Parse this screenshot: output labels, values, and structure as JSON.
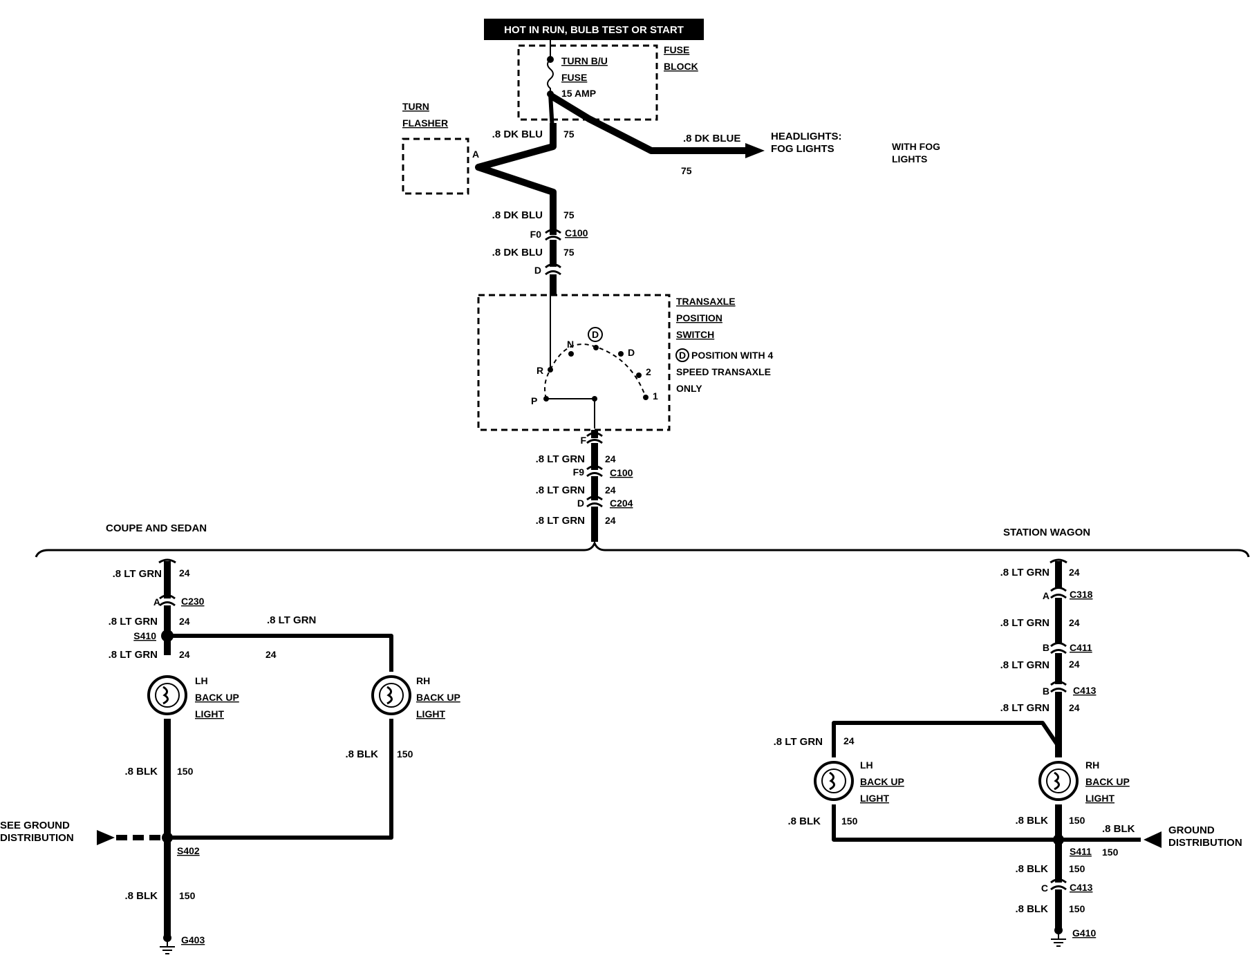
{
  "header": {
    "power_label": "HOT IN RUN, BULB TEST OR START"
  },
  "fuse_block": {
    "title_line1": "FUSE",
    "title_line2": "BLOCK",
    "fuse_name_line1": "TURN B/U",
    "fuse_name_line2": "FUSE",
    "fuse_rating": "15 AMP"
  },
  "turn_flasher": {
    "line1": "TURN",
    "line2": "FLASHER",
    "terminal": "A"
  },
  "headlight_branch": {
    "wire": ".8 DK BLUE",
    "circuit": "75",
    "dest_line1": "HEADLIGHTS:",
    "dest_line2": "FOG LIGHTS",
    "note_line1": "WITH FOG",
    "note_line2": "LIGHTS"
  },
  "upper_wires": {
    "w1": ".8 DK BLU",
    "w1_circuit": "75",
    "w2": ".8 DK BLU",
    "w2_circuit": "75",
    "c100_pin": "F0",
    "c100_name": "C100",
    "w3": ".8 DK BLU",
    "w3_circuit": "75",
    "switch_pin": "D"
  },
  "transaxle_switch": {
    "title_line1": "TRANSAXLE",
    "title_line2": "POSITION",
    "title_line3": "SWITCH",
    "circled_symbol": "D",
    "note_line1": "POSITION WITH 4",
    "note_line2": "SPEED TRANSAXLE",
    "note_line3": "ONLY",
    "positions": [
      "P",
      "R",
      "N",
      "D",
      "D",
      "2",
      "1"
    ],
    "output_pin": "F"
  },
  "lower_wires": {
    "w1": ".8 LT GRN",
    "w1_circuit": "24",
    "c100_pin": "F9",
    "c100_name": "C100",
    "w2": ".8 LT GRN",
    "w2_circuit": "24",
    "c204_pin": "D",
    "c204_name": "C204",
    "w3": ".8 LT GRN",
    "w3_circuit": "24"
  },
  "coupe_sedan": {
    "title": "COUPE AND SEDAN",
    "w1": ".8 LT GRN",
    "w1_circuit": "24",
    "c230_pin": "A",
    "c230_name": "C230",
    "w2": ".8 LT GRN",
    "w2_circuit": "24",
    "splice": "S410",
    "branch_wire": ".8 LT GRN",
    "branch_circuit": "24",
    "w3": ".8 LT GRN",
    "w3_circuit": "24",
    "lh_line1": "LH",
    "lh_line2": "BACK UP",
    "lh_line3": "LIGHT",
    "rh_line1": "RH",
    "rh_line2": "BACK UP",
    "rh_line3": "LIGHT",
    "lh_gnd_wire": ".8 BLK",
    "lh_gnd_circuit": "150",
    "rh_gnd_wire": ".8 BLK",
    "rh_gnd_circuit": "150",
    "ground_dist_line1": "SEE GROUND",
    "ground_dist_line2": "DISTRIBUTION",
    "splice_gnd": "S402",
    "gnd_wire": ".8 BLK",
    "gnd_circuit": "150",
    "ground": "G403"
  },
  "station_wagon": {
    "title": "STATION WAGON",
    "w1": ".8 LT GRN",
    "w1_circuit": "24",
    "c318_pin": "A",
    "c318_name": "C318",
    "w2": ".8 LT GRN",
    "w2_circuit": "24",
    "c411_pin": "B",
    "c411_name": "C411",
    "w3": ".8 LT GRN",
    "w3_circuit": "24",
    "c413_pin": "B",
    "c413_name": "C413",
    "w4": ".8 LT GRN",
    "w4_circuit": "24",
    "lh_feed_wire": ".8 LT GRN",
    "lh_feed_circuit": "24",
    "lh_line1": "LH",
    "lh_line2": "BACK UP",
    "lh_line3": "LIGHT",
    "rh_line1": "RH",
    "rh_line2": "BACK UP",
    "rh_line3": "LIGHT",
    "lh_gnd_wire": ".8 BLK",
    "lh_gnd_circuit": "150",
    "rh_gnd_wire": ".8 BLK",
    "rh_gnd_circuit": "150",
    "gd_wire": ".8 BLK",
    "gd_circuit": "150",
    "ground_dist_line1": "GROUND",
    "ground_dist_line2": "DISTRIBUTION",
    "splice": "S411",
    "w5": ".8 BLK",
    "w5_circuit": "150",
    "c413b_pin": "C",
    "c413b_name": "C413",
    "w6": ".8 BLK",
    "w6_circuit": "150",
    "ground": "G410"
  }
}
